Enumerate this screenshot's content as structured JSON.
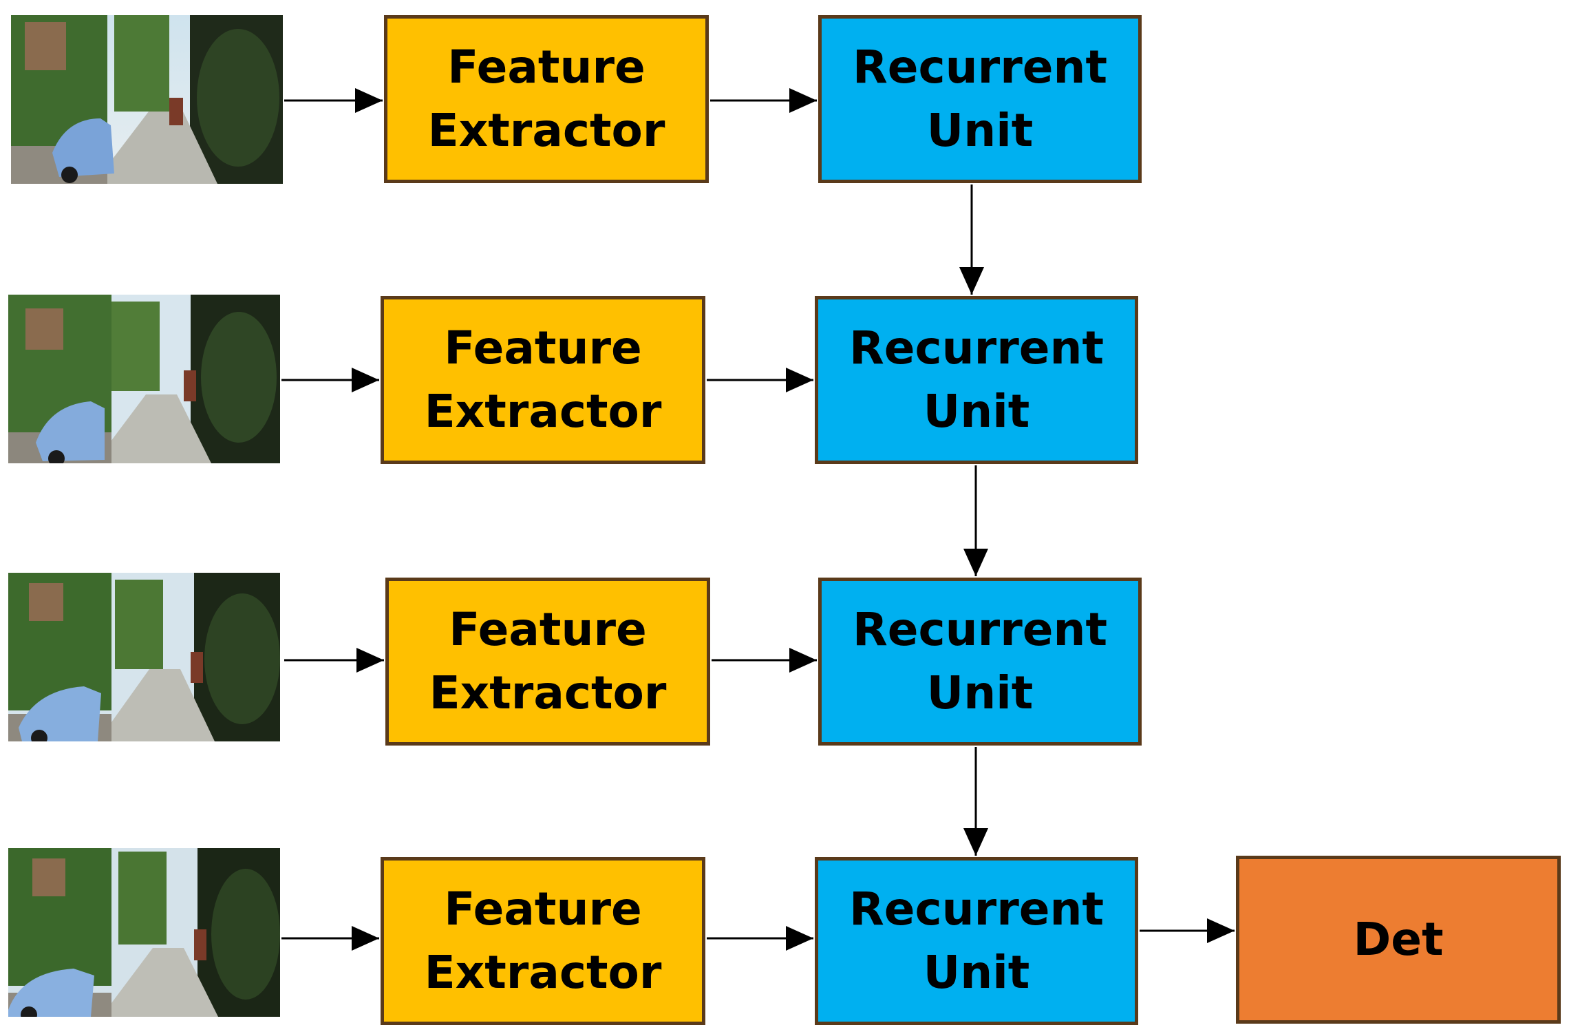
{
  "colors": {
    "feature_extractor": "#ffc000",
    "recurrent_unit": "#00b0f0",
    "det": "#ed7d31",
    "border": "#5a3a1a",
    "arrow": "#000000"
  },
  "rows": [
    {
      "frame_icon": "street-scene-image",
      "fe_line1": "Feature",
      "fe_line2": "Extractor",
      "ru_line1": "Recurrent",
      "ru_line2": "Unit"
    },
    {
      "frame_icon": "street-scene-image",
      "fe_line1": "Feature",
      "fe_line2": "Extractor",
      "ru_line1": "Recurrent",
      "ru_line2": "Unit"
    },
    {
      "frame_icon": "street-scene-image",
      "fe_line1": "Feature",
      "fe_line2": "Extractor",
      "ru_line1": "Recurrent",
      "ru_line2": "Unit"
    },
    {
      "frame_icon": "street-scene-image",
      "fe_line1": "Feature",
      "fe_line2": "Extractor",
      "ru_line1": "Recurrent",
      "ru_line2": "Unit"
    }
  ],
  "output": {
    "label": "Det"
  }
}
